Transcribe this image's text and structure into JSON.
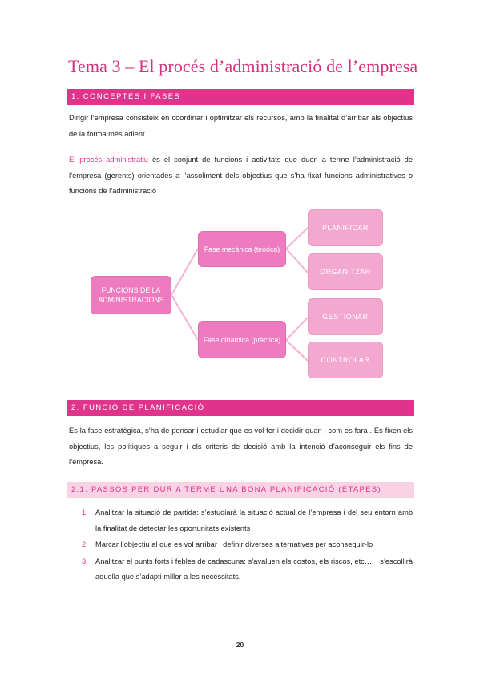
{
  "title": "Tema 3 – El procés d’administració de l’empresa",
  "section1": {
    "heading": "1. CONCEPTES I FASES",
    "p1": "Dirigir l’empresa consisteix en coordinar i optimitzar els recursos, amb la finalitat d’arribar als objectius de la forma més adient",
    "p2_highlight": "El procés administratiu",
    "p2_rest": " és el conjunt de funcions i activitats que duen a terme l’administració de l’empresa (gerents) orientades a l’assoliment dels objectius que s’ha fixat funcions administratives o funcions de l’administració"
  },
  "diagram": {
    "root": "FUNCIONS DE LA ADMINISTRACIONS",
    "phase1": "Fase mecànica (teòrica)",
    "phase2": "Fase dinàmica (pràctica)",
    "leaf1": "PLANIFICAR",
    "leaf2": "ORGANITZAR",
    "leaf3": "GESTIONAR",
    "leaf4": "CONTROLAR",
    "colors": {
      "dark_node": "#ee7bbf",
      "light_node": "#f3a8d0",
      "connector": "#f5b3d5"
    }
  },
  "section2": {
    "heading": "2. FUNCIÓ DE PLANIFICACIÓ",
    "p1": "És la fase estratègica, s’ha de pensar i estudiar que es vol fer i decidir quan i com es fara . Es fixen els objectius, les polítiques a seguir i els criteris de decisió amb la intenció d’aconseguir els fins de l’empresa."
  },
  "section21": {
    "heading": "2.1. PASSOS PER DUR A TERME UNA BONA PLANIFICACIÓ (ETAPES)",
    "items": [
      {
        "num": "1.",
        "term": "Analitzar la situació de partida",
        "rest": ": s’estudiarà la situació actual de l’empresa i del seu entorn amb la finalitat de detectar les oportunitats existents"
      },
      {
        "num": "2.",
        "term": "Marcar l’objectiu",
        "rest": " al que es vol arribar i definir diverses alternatives per aconseguir-lo"
      },
      {
        "num": "3.",
        "term": "Analitzar el punts forts i febles",
        "rest": " de cadascuna: s’avaluen els costos, els riscos, etc…, i s’escollirà aquella que s’adapti millor a les necessitats."
      }
    ]
  },
  "page_number": "20",
  "colors": {
    "accent": "#e0338b",
    "light_bar": "#f9d3e4",
    "title": "#d6337f"
  }
}
